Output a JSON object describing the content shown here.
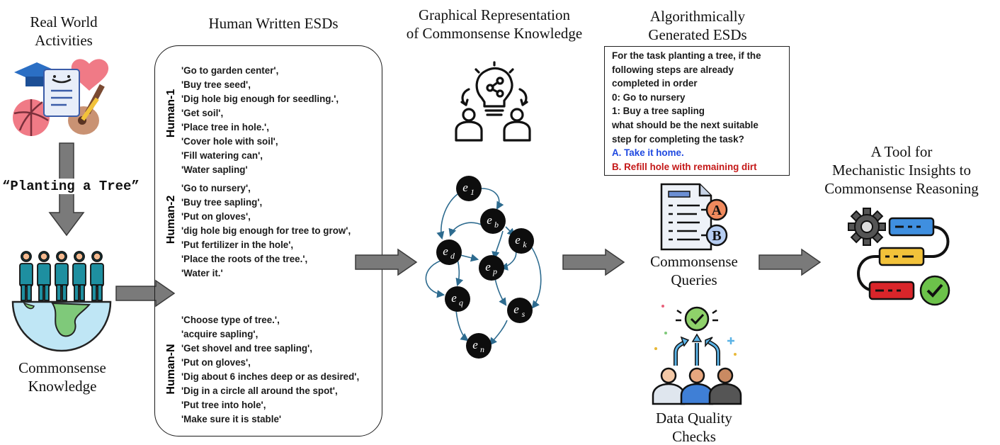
{
  "titles": {
    "real_world": [
      "Real World",
      "Activities"
    ],
    "human_esds": "Human Written ESDs",
    "graphical": [
      "Graphical Representation",
      "of Commonsense Knowledge"
    ],
    "algo_esds": [
      "Algorithmically",
      "Generated ESDs"
    ],
    "tool": [
      "A Tool for",
      "Mechanistic Insights to",
      "Commonsense Reasoning"
    ]
  },
  "planting_label": "“Planting a Tree”",
  "commonsense_knowledge": [
    "Commonsense",
    "Knowledge"
  ],
  "commonsense_queries": [
    "Commonsense",
    "Queries"
  ],
  "data_quality": [
    "Data Quality",
    "Checks"
  ],
  "humans": [
    {
      "label": "Human-1",
      "steps": [
        "'Go to garden center',",
        "'Buy tree seed',",
        "'Dig hole big enough for seedling.',",
        "'Get soil',",
        "'Place tree in hole.',",
        "'Cover hole with soil',",
        "'Fill watering can',",
        "'Water sapling'"
      ]
    },
    {
      "label": "Human-2",
      "steps": [
        "'Go to nursery',",
        "'Buy tree sapling',",
        "'Put on gloves',",
        "'dig hole big enough for tree to grow',",
        "'Put fertilizer in the hole',",
        "'Place the roots of the tree.',",
        "'Water it.'"
      ]
    },
    {
      "label": "Human-N",
      "steps": [
        "'Choose type of tree.',",
        "'acquire sapling',",
        "'Get shovel and tree sapling',",
        "'Put on gloves',",
        "'Dig about 6 inches deep or as desired',",
        "'Dig in a circle all around the spot',",
        "'Put tree into hole',",
        "'Make sure it is stable'"
      ]
    }
  ],
  "query": {
    "lines": [
      "For the task planting a tree, if the",
      "following steps are already",
      "completed in order",
      "0: Go to nursery",
      "1: Buy a tree sapling",
      "what should be the next suitable",
      "step for completing the task?"
    ],
    "option_a": "A. Take it home.",
    "option_b": "B. Refill hole with remaining dirt",
    "color_a": "#1f49e0",
    "color_b": "#c41818"
  },
  "graph": {
    "nodes": [
      {
        "id": "e1",
        "base": "e",
        "sub": "1"
      },
      {
        "id": "eb",
        "base": "e",
        "sub": "b"
      },
      {
        "id": "ek",
        "base": "e",
        "sub": "k"
      },
      {
        "id": "ed",
        "base": "e",
        "sub": "d"
      },
      {
        "id": "ep",
        "base": "e",
        "sub": "p"
      },
      {
        "id": "eq",
        "base": "e",
        "sub": "q"
      },
      {
        "id": "es",
        "base": "e",
        "sub": "s"
      },
      {
        "id": "en",
        "base": "e",
        "sub": "n"
      }
    ],
    "edge_color": "#2d6b8f",
    "node_color": "#0d0d0d"
  },
  "icons": {
    "activities": "activities-collage-icon",
    "people_globe": "people-on-globe-icon",
    "idea": "lightbulb-share-icon",
    "quiz": "checklist-ab-icon",
    "quality": "crowd-check-icon",
    "tool": "gear-pipeline-icon"
  },
  "colors": {
    "arrow_fill": "#7a7a7a",
    "arrow_stroke": "#3a3a3a",
    "teal": "#1e8fa0",
    "globe_blue": "#bfe6f5"
  }
}
